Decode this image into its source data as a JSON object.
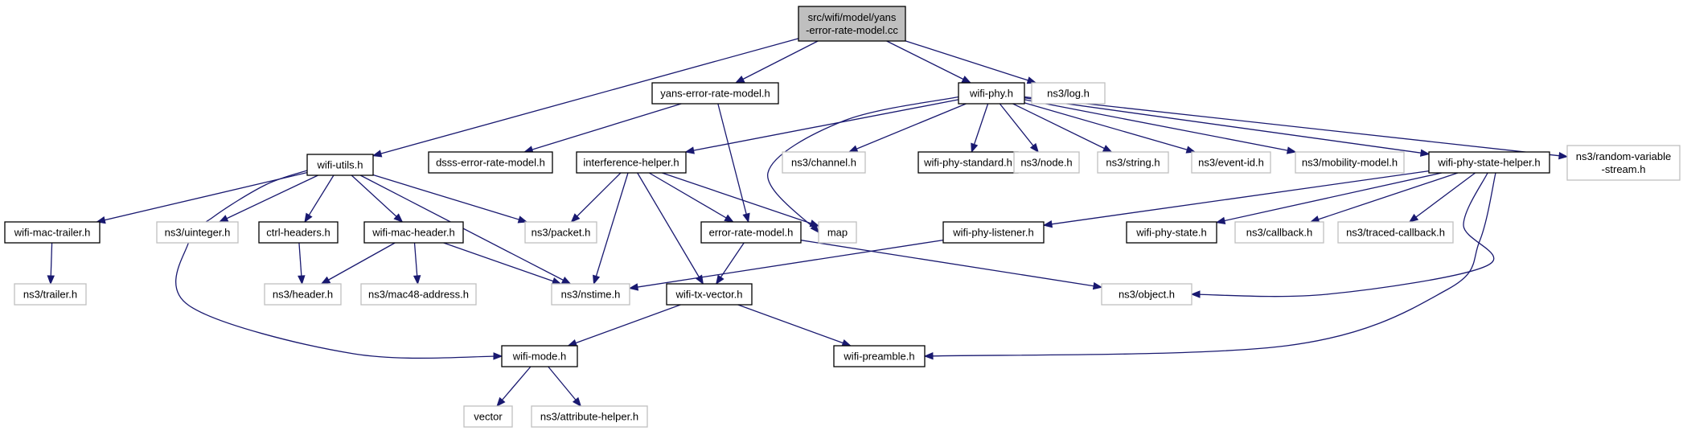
{
  "graph_title": "",
  "colors": {
    "edge": "#191970",
    "root_fill": "#bfbfbf",
    "documented_border": "#000000",
    "external_border": "#bfbfbf",
    "external_text": "#7f7f7f",
    "text": "#000000"
  },
  "nodes": [
    {
      "id": "root",
      "lines": [
        "src/wifi/model/yans",
        "-error-rate-model.cc"
      ],
      "kind": "root"
    },
    {
      "id": "yans-erm",
      "lines": [
        "yans-error-rate-model.h"
      ],
      "kind": "documented"
    },
    {
      "id": "wifi-phy",
      "lines": [
        "wifi-phy.h"
      ],
      "kind": "documented"
    },
    {
      "id": "ns3-log",
      "lines": [
        "ns3/log.h"
      ],
      "kind": "external"
    },
    {
      "id": "wifi-utils",
      "lines": [
        "wifi-utils.h"
      ],
      "kind": "documented"
    },
    {
      "id": "dsss-erm",
      "lines": [
        "dsss-error-rate-model.h"
      ],
      "kind": "documented"
    },
    {
      "id": "interference-helper",
      "lines": [
        "interference-helper.h"
      ],
      "kind": "documented"
    },
    {
      "id": "ns3-channel",
      "lines": [
        "ns3/channel.h"
      ],
      "kind": "external"
    },
    {
      "id": "wifi-phy-standard",
      "lines": [
        "wifi-phy-standard.h"
      ],
      "kind": "documented"
    },
    {
      "id": "ns3-node",
      "lines": [
        "ns3/node.h"
      ],
      "kind": "external"
    },
    {
      "id": "ns3-string",
      "lines": [
        "ns3/string.h"
      ],
      "kind": "external"
    },
    {
      "id": "ns3-event-id",
      "lines": [
        "ns3/event-id.h"
      ],
      "kind": "external"
    },
    {
      "id": "ns3-mobility-model",
      "lines": [
        "ns3/mobility-model.h"
      ],
      "kind": "external"
    },
    {
      "id": "wifi-phy-state-helper",
      "lines": [
        "wifi-phy-state-helper.h"
      ],
      "kind": "documented"
    },
    {
      "id": "ns3-rvs",
      "lines": [
        "ns3/random-variable",
        "-stream.h"
      ],
      "kind": "external"
    },
    {
      "id": "wifi-mac-trailer",
      "lines": [
        "wifi-mac-trailer.h"
      ],
      "kind": "documented"
    },
    {
      "id": "ns3-uinteger",
      "lines": [
        "ns3/uinteger.h"
      ],
      "kind": "external"
    },
    {
      "id": "ctrl-headers",
      "lines": [
        "ctrl-headers.h"
      ],
      "kind": "documented"
    },
    {
      "id": "wifi-mac-header",
      "lines": [
        "wifi-mac-header.h"
      ],
      "kind": "documented"
    },
    {
      "id": "ns3-packet",
      "lines": [
        "ns3/packet.h"
      ],
      "kind": "external"
    },
    {
      "id": "error-rate-model",
      "lines": [
        "error-rate-model.h"
      ],
      "kind": "documented"
    },
    {
      "id": "map",
      "lines": [
        "map"
      ],
      "kind": "external"
    },
    {
      "id": "wifi-phy-listener",
      "lines": [
        "wifi-phy-listener.h"
      ],
      "kind": "documented"
    },
    {
      "id": "wifi-phy-state",
      "lines": [
        "wifi-phy-state.h"
      ],
      "kind": "documented"
    },
    {
      "id": "ns3-callback",
      "lines": [
        "ns3/callback.h"
      ],
      "kind": "external"
    },
    {
      "id": "ns3-traced-callback",
      "lines": [
        "ns3/traced-callback.h"
      ],
      "kind": "external"
    },
    {
      "id": "ns3-trailer",
      "lines": [
        "ns3/trailer.h"
      ],
      "kind": "external"
    },
    {
      "id": "ns3-header",
      "lines": [
        "ns3/header.h"
      ],
      "kind": "external"
    },
    {
      "id": "ns3-mac48",
      "lines": [
        "ns3/mac48-address.h"
      ],
      "kind": "external"
    },
    {
      "id": "ns3-nstime",
      "lines": [
        "ns3/nstime.h"
      ],
      "kind": "external"
    },
    {
      "id": "wifi-tx-vector",
      "lines": [
        "wifi-tx-vector.h"
      ],
      "kind": "documented"
    },
    {
      "id": "ns3-object",
      "lines": [
        "ns3/object.h"
      ],
      "kind": "external"
    },
    {
      "id": "wifi-mode",
      "lines": [
        "wifi-mode.h"
      ],
      "kind": "documented"
    },
    {
      "id": "wifi-preamble",
      "lines": [
        "wifi-preamble.h"
      ],
      "kind": "documented"
    },
    {
      "id": "vector",
      "lines": [
        "vector"
      ],
      "kind": "external"
    },
    {
      "id": "ns3-attribute-helper",
      "lines": [
        "ns3/attribute-helper.h"
      ],
      "kind": "external"
    }
  ],
  "edges": [
    {
      "from": "root",
      "to": "yans-erm"
    },
    {
      "from": "root",
      "to": "wifi-phy"
    },
    {
      "from": "root",
      "to": "ns3-log"
    },
    {
      "from": "root",
      "to": "wifi-utils"
    },
    {
      "from": "yans-erm",
      "to": "dsss-erm"
    },
    {
      "from": "yans-erm",
      "to": "error-rate-model"
    },
    {
      "from": "wifi-phy",
      "to": "interference-helper"
    },
    {
      "from": "wifi-phy",
      "to": "map"
    },
    {
      "from": "wifi-phy",
      "to": "ns3-channel"
    },
    {
      "from": "wifi-phy",
      "to": "wifi-phy-standard"
    },
    {
      "from": "wifi-phy",
      "to": "ns3-node"
    },
    {
      "from": "wifi-phy",
      "to": "ns3-string"
    },
    {
      "from": "wifi-phy",
      "to": "ns3-event-id"
    },
    {
      "from": "wifi-phy",
      "to": "ns3-mobility-model"
    },
    {
      "from": "wifi-phy",
      "to": "wifi-phy-state-helper"
    },
    {
      "from": "wifi-phy",
      "to": "ns3-rvs"
    },
    {
      "from": "wifi-utils",
      "to": "wifi-mac-trailer"
    },
    {
      "from": "wifi-utils",
      "to": "ns3-uinteger"
    },
    {
      "from": "wifi-utils",
      "to": "ctrl-headers"
    },
    {
      "from": "wifi-utils",
      "to": "wifi-mac-header"
    },
    {
      "from": "wifi-utils",
      "to": "ns3-packet"
    },
    {
      "from": "wifi-utils",
      "to": "ns3-nstime"
    },
    {
      "from": "wifi-utils",
      "to": "wifi-mode"
    },
    {
      "from": "interference-helper",
      "to": "ns3-packet"
    },
    {
      "from": "interference-helper",
      "to": "error-rate-model"
    },
    {
      "from": "interference-helper",
      "to": "map"
    },
    {
      "from": "interference-helper",
      "to": "ns3-nstime"
    },
    {
      "from": "interference-helper",
      "to": "wifi-tx-vector"
    },
    {
      "from": "wifi-phy-state-helper",
      "to": "wifi-phy-listener"
    },
    {
      "from": "wifi-phy-state-helper",
      "to": "wifi-phy-state"
    },
    {
      "from": "wifi-phy-state-helper",
      "to": "ns3-callback"
    },
    {
      "from": "wifi-phy-state-helper",
      "to": "ns3-traced-callback"
    },
    {
      "from": "wifi-phy-state-helper",
      "to": "ns3-object"
    },
    {
      "from": "wifi-phy-state-helper",
      "to": "wifi-preamble"
    },
    {
      "from": "wifi-mac-trailer",
      "to": "ns3-trailer"
    },
    {
      "from": "ctrl-headers",
      "to": "ns3-header"
    },
    {
      "from": "wifi-mac-header",
      "to": "ns3-header"
    },
    {
      "from": "wifi-mac-header",
      "to": "ns3-mac48"
    },
    {
      "from": "wifi-mac-header",
      "to": "ns3-nstime"
    },
    {
      "from": "error-rate-model",
      "to": "wifi-tx-vector"
    },
    {
      "from": "error-rate-model",
      "to": "ns3-object"
    },
    {
      "from": "wifi-phy-listener",
      "to": "ns3-nstime"
    },
    {
      "from": "wifi-tx-vector",
      "to": "wifi-mode"
    },
    {
      "from": "wifi-tx-vector",
      "to": "wifi-preamble"
    },
    {
      "from": "wifi-mode",
      "to": "vector"
    },
    {
      "from": "wifi-mode",
      "to": "ns3-attribute-helper"
    }
  ]
}
